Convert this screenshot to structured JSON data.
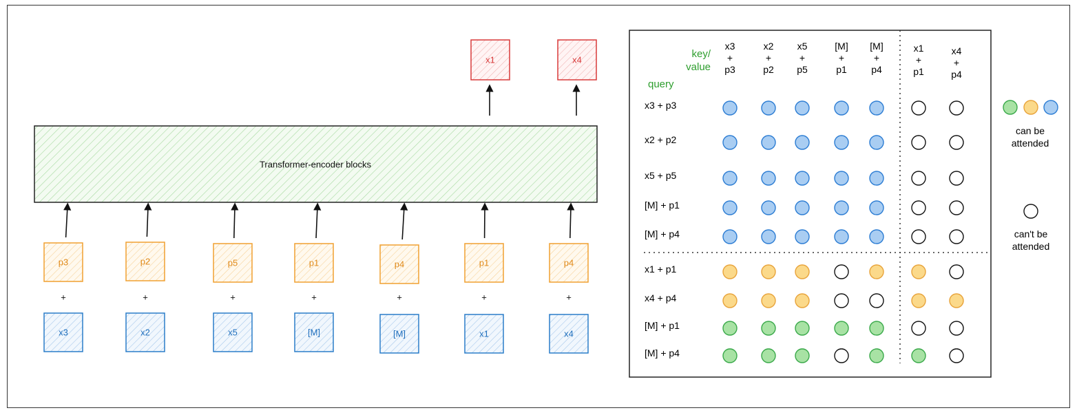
{
  "encoder": {
    "label": "Transformer-encoder blocks"
  },
  "outputs": [
    "x1",
    "x4"
  ],
  "inputs": [
    {
      "pos": "p3",
      "tok": "x3"
    },
    {
      "pos": "p2",
      "tok": "x2"
    },
    {
      "pos": "p5",
      "tok": "x5"
    },
    {
      "pos": "p1",
      "tok": "[M]"
    },
    {
      "pos": "p4",
      "tok": "[M]"
    },
    {
      "pos": "p1",
      "tok": "x1"
    },
    {
      "pos": "p4",
      "tok": "x4"
    }
  ],
  "plus": "+",
  "matrix": {
    "key_label": "key/\nvalue",
    "query_label": "query",
    "col_headers": [
      [
        "x3",
        "+",
        "p3"
      ],
      [
        "x2",
        "+",
        "p2"
      ],
      [
        "x5",
        "+",
        "p5"
      ],
      [
        "[M]",
        "+",
        "p1"
      ],
      [
        "[M]",
        "+",
        "p4"
      ],
      [
        "x1",
        "+",
        "p1"
      ],
      [
        "x4",
        "+",
        "p4"
      ]
    ],
    "row_headers": [
      "x3 + p3",
      "x2 + p2",
      "x5 + p5",
      "[M] + p1",
      "[M] + p4",
      "x1 + p1",
      "x4 + p4",
      "[M] + p1",
      "[M] + p4"
    ],
    "cells": [
      [
        "b",
        "b",
        "b",
        "b",
        "b",
        "w",
        "w"
      ],
      [
        "b",
        "b",
        "b",
        "b",
        "b",
        "w",
        "w"
      ],
      [
        "b",
        "b",
        "b",
        "b",
        "b",
        "w",
        "w"
      ],
      [
        "b",
        "b",
        "b",
        "b",
        "b",
        "w",
        "w"
      ],
      [
        "b",
        "b",
        "b",
        "b",
        "b",
        "w",
        "w"
      ],
      [
        "o",
        "o",
        "o",
        "w",
        "o",
        "o",
        "w"
      ],
      [
        "o",
        "o",
        "o",
        "w",
        "w",
        "o",
        "o"
      ],
      [
        "g",
        "g",
        "g",
        "g",
        "g",
        "w",
        "w"
      ],
      [
        "g",
        "g",
        "g",
        "w",
        "g",
        "g",
        "w"
      ]
    ]
  },
  "legend": {
    "attended": "can be\nattended",
    "not_attended": "can't be\nattended"
  },
  "colors": {
    "blue_fill": "#a9cdf2",
    "blue_stroke": "#2b7cd3",
    "orange_fill": "#fbd98a",
    "orange_stroke": "#e8a33a",
    "green_fill": "#a8e2a4",
    "green_stroke": "#3aa94a",
    "output_stroke": "#d83a3a",
    "pos_stroke": "#f0a030",
    "tok_stroke": "#2a7dc9"
  }
}
